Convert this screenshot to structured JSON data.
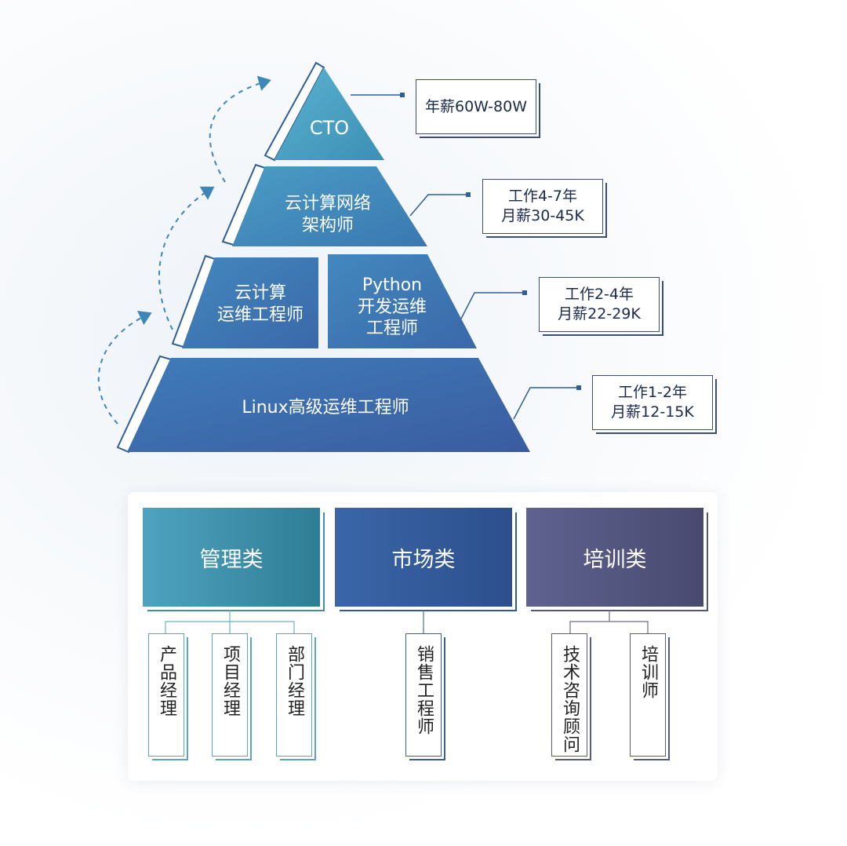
{
  "pyramid": {
    "tiers": [
      {
        "lines": [
          "CTO"
        ],
        "salary": [
          "年薪60W-80W"
        ]
      },
      {
        "lines": [
          "云计算网络",
          "架构师"
        ],
        "salary": [
          "工作4-7年",
          "月薪30-45K"
        ]
      },
      {
        "left_lines": [
          "云计算",
          "运维工程师"
        ],
        "right_lines": [
          "Python",
          "开发运维",
          "工程师"
        ],
        "salary": [
          "工作2-4年",
          "月薪22-29K"
        ]
      },
      {
        "lines": [
          "Linux高级运维工程师"
        ],
        "salary": [
          "工作1-2年",
          "月薪12-15K"
        ]
      }
    ],
    "colors": {
      "top": "#48a3c4",
      "mid": "#3f87b8",
      "low": "#3b6fae",
      "base": "#3a5fa3",
      "arrow": "#3d86b8"
    }
  },
  "categories": [
    {
      "label": "管理类",
      "color": "#3d8fa8",
      "roles": [
        "产品经理",
        "项目经理",
        "部门经理"
      ]
    },
    {
      "label": "市场类",
      "color": "#2f5a99",
      "roles": [
        "销售工程师"
      ]
    },
    {
      "label": "培训类",
      "color": "#525580",
      "roles": [
        "技术咨询顾问",
        "培训师"
      ]
    }
  ]
}
